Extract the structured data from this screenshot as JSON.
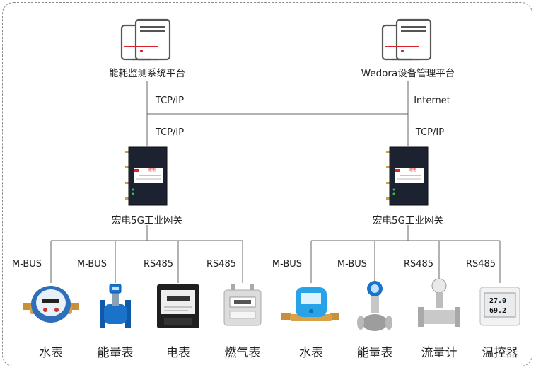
{
  "platforms": {
    "left": {
      "label": "能耗监测系统平台",
      "protocol": "TCP/IP"
    },
    "right": {
      "label": "Wedora设备管理平台",
      "protocol": "Internet"
    }
  },
  "gateways": {
    "left": {
      "label": "宏电5G工业网关",
      "protocol": "TCP/IP"
    },
    "right": {
      "label": "宏电5G工业网关",
      "protocol": "TCP/IP"
    }
  },
  "device_groups": {
    "left": [
      {
        "bus": "M-BUS",
        "name": "水表",
        "icon": "water-meter-icon"
      },
      {
        "bus": "M-BUS",
        "name": "能量表",
        "icon": "energy-meter-icon"
      },
      {
        "bus": "RS485",
        "name": "电表",
        "icon": "electric-meter-icon"
      },
      {
        "bus": "RS485",
        "name": "燃气表",
        "icon": "gas-meter-icon"
      }
    ],
    "right": [
      {
        "bus": "M-BUS",
        "name": "水表",
        "icon": "smart-water-meter-icon"
      },
      {
        "bus": "M-BUS",
        "name": "能量表",
        "icon": "vortex-energy-meter-icon"
      },
      {
        "bus": "RS485",
        "name": "流量计",
        "icon": "flow-meter-icon"
      },
      {
        "bus": "RS485",
        "name": "温控器",
        "icon": "thermostat-icon"
      }
    ]
  },
  "thermostat_display": {
    "temp": "27.0",
    "humidity": "69.2"
  },
  "gateway_brand": "宏电",
  "colors": {
    "line": "#666666",
    "screen_accent": "#d9232d",
    "meter_blue": "#1f6fc6"
  }
}
